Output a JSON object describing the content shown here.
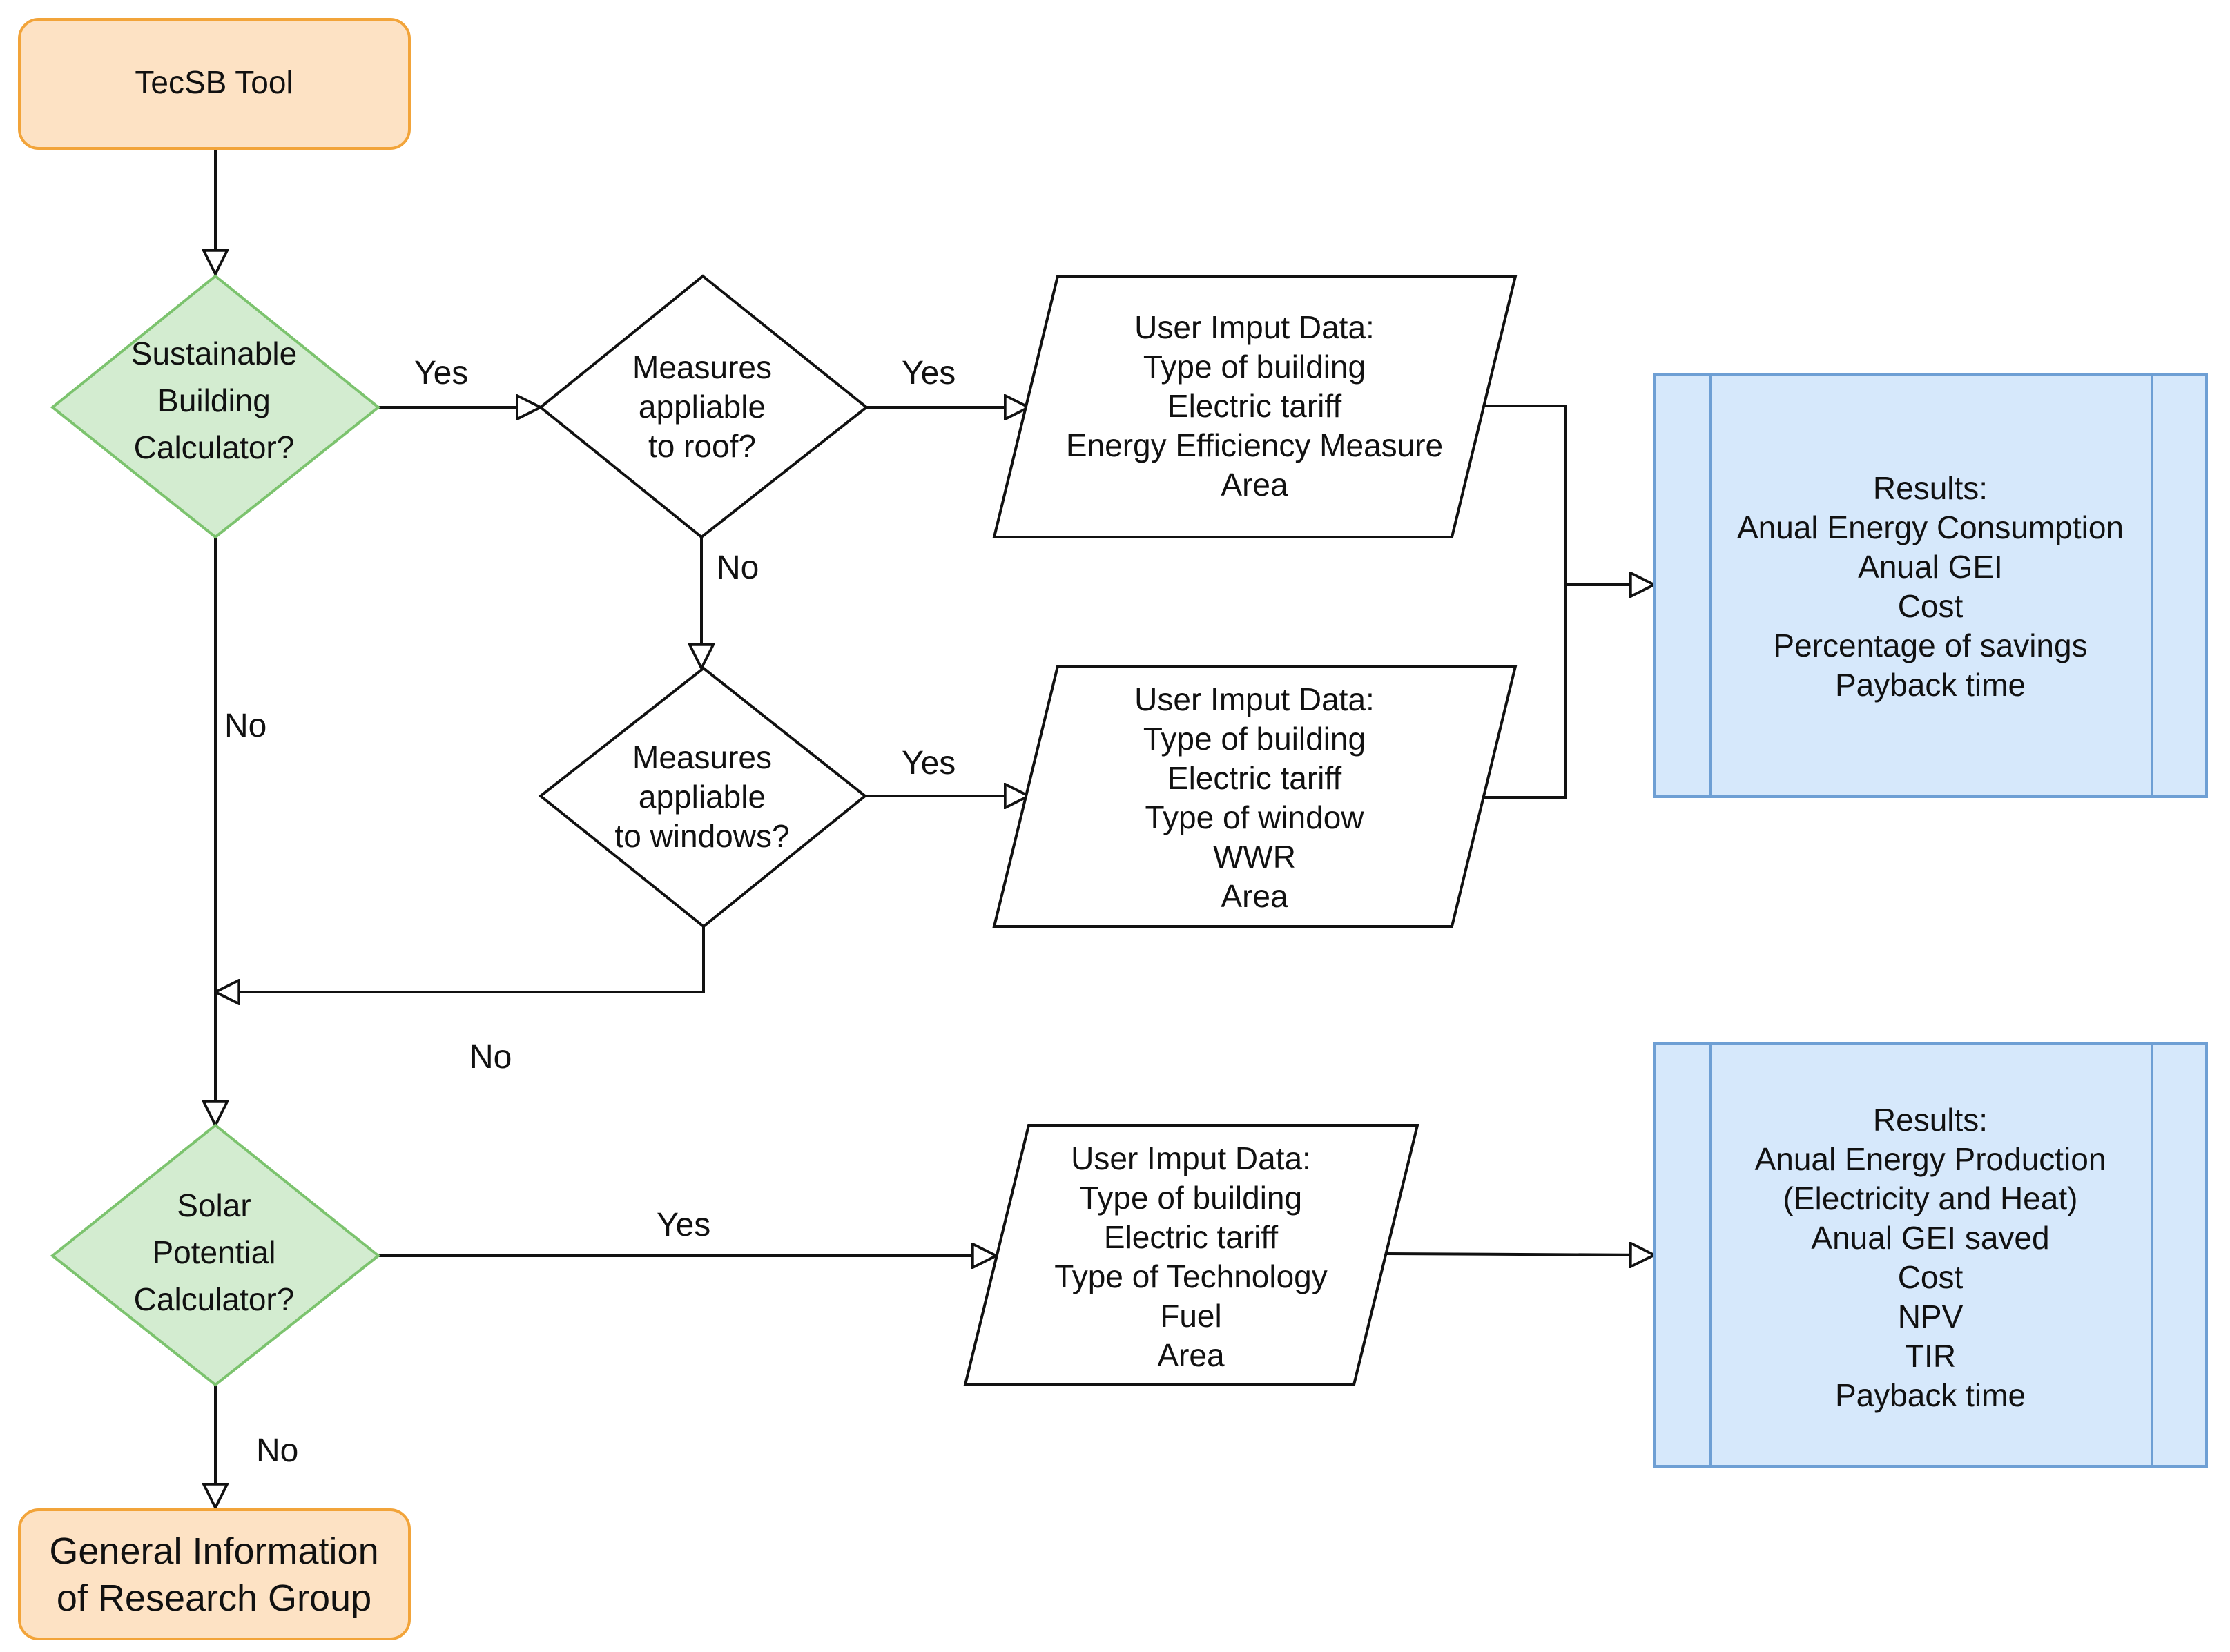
{
  "nodes": {
    "start": {
      "lines": [
        "TecSB Tool"
      ]
    },
    "decision_sbc": {
      "lines": [
        "Sustainable",
        "Building",
        "Calculator?"
      ]
    },
    "decision_roof": {
      "lines": [
        "Measures",
        "appliable",
        "to roof?"
      ]
    },
    "decision_windows": {
      "lines": [
        "Measures",
        "appliable",
        "to windows?"
      ]
    },
    "decision_solar": {
      "lines": [
        "Solar",
        "Potential",
        "Calculator?"
      ]
    },
    "input_roof": {
      "lines": [
        "User Imput Data:",
        "Type of building",
        "Electric tariff",
        "Energy Efficiency Measure",
        "Area"
      ]
    },
    "input_windows": {
      "lines": [
        "User Imput Data:",
        "Type of building",
        "Electric tariff",
        "Type of window",
        "WWR",
        "Area"
      ]
    },
    "input_solar": {
      "lines": [
        "User Imput Data:",
        "Type of building",
        "Electric tariff",
        "Type of Technology",
        "Fuel",
        "Area"
      ]
    },
    "results_building": {
      "lines": [
        "Results:",
        "Anual Energy Consumption",
        "Anual GEI",
        "Cost",
        "Percentage of savings",
        "Payback time"
      ]
    },
    "results_solar": {
      "lines": [
        "Results:",
        "Anual Energy Production",
        "(Electricity and Heat)",
        "Anual GEI saved",
        "Cost",
        "NPV",
        "TIR",
        "Payback time"
      ]
    },
    "end": {
      "lines": [
        "General Information",
        "of Research Group"
      ]
    }
  },
  "edge_labels": {
    "sbc_yes": "Yes",
    "roof_yes": "Yes",
    "roof_no": "No",
    "windows_yes": "Yes",
    "sbc_no": "No",
    "windows_no": "No",
    "solar_yes": "Yes",
    "solar_no": "No"
  },
  "colors": {
    "terminal_fill": "#fde2c4",
    "terminal_stroke": "#f2a43a",
    "decision_fill": "#d3ecd0",
    "decision_stroke": "#7cc36e",
    "results_fill": "#d6e8fb",
    "results_stroke": "#6e9fd4",
    "line": "#111111"
  }
}
